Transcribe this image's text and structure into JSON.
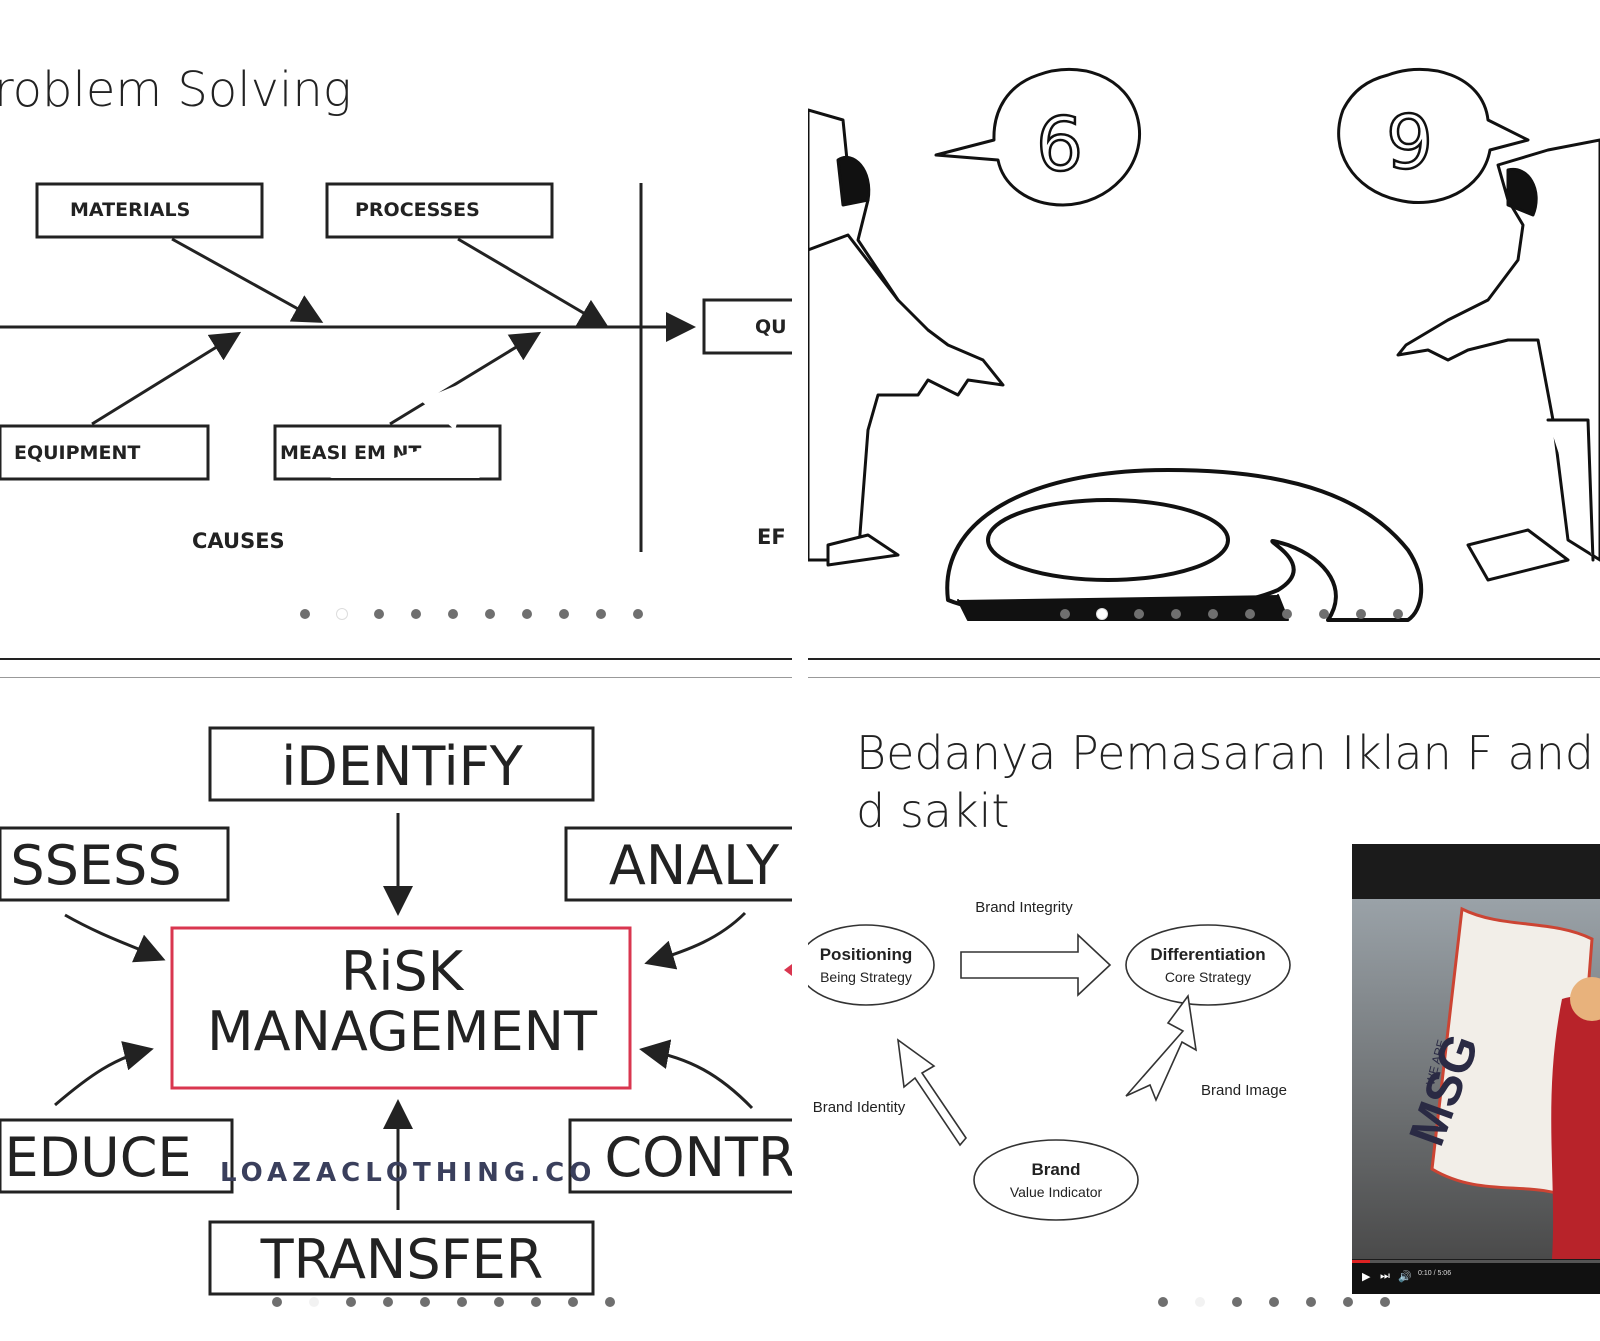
{
  "slides": {
    "problem_solving": {
      "title": "roblem Solving",
      "labels": {
        "materials": "MATERIALS",
        "processes": "PROCESSES",
        "equipment": "EQUIPMENT",
        "measurement": "MEASI  EM  NT",
        "causes": "CAUSES",
        "effect_box": "QU",
        "effect": "EF"
      }
    },
    "risk_management": {
      "center_line1": "RiSK",
      "center_line2": "MANAGEMENT",
      "identify": "iDENTiFY",
      "assess": "SSESS",
      "analyze": "ANALY",
      "reduce": "EDUCE",
      "control": "CONTR",
      "transfer": "TRANSFER",
      "watermark": "LOAZACLOTHING.CO"
    },
    "brand": {
      "title": "Bedanya Pemasaran Iklan F and B d sakit",
      "positioning": "Positioning",
      "positioning_sub": "Being Strategy",
      "differentiation": "Differentiation",
      "differentiation_sub": "Core Strategy",
      "brand": "Brand",
      "brand_sub": "Value Indicator",
      "brand_integrity": "Brand Integrity",
      "brand_image": "Brand Image",
      "brand_identity": "Brand Identity",
      "video_time": "0:10 / 5:06",
      "flag_small": "WE ARE",
      "flag_big": "MSG"
    }
  },
  "colors": {
    "risk_box": "#d9364f",
    "dots": "#6f6f6f"
  }
}
